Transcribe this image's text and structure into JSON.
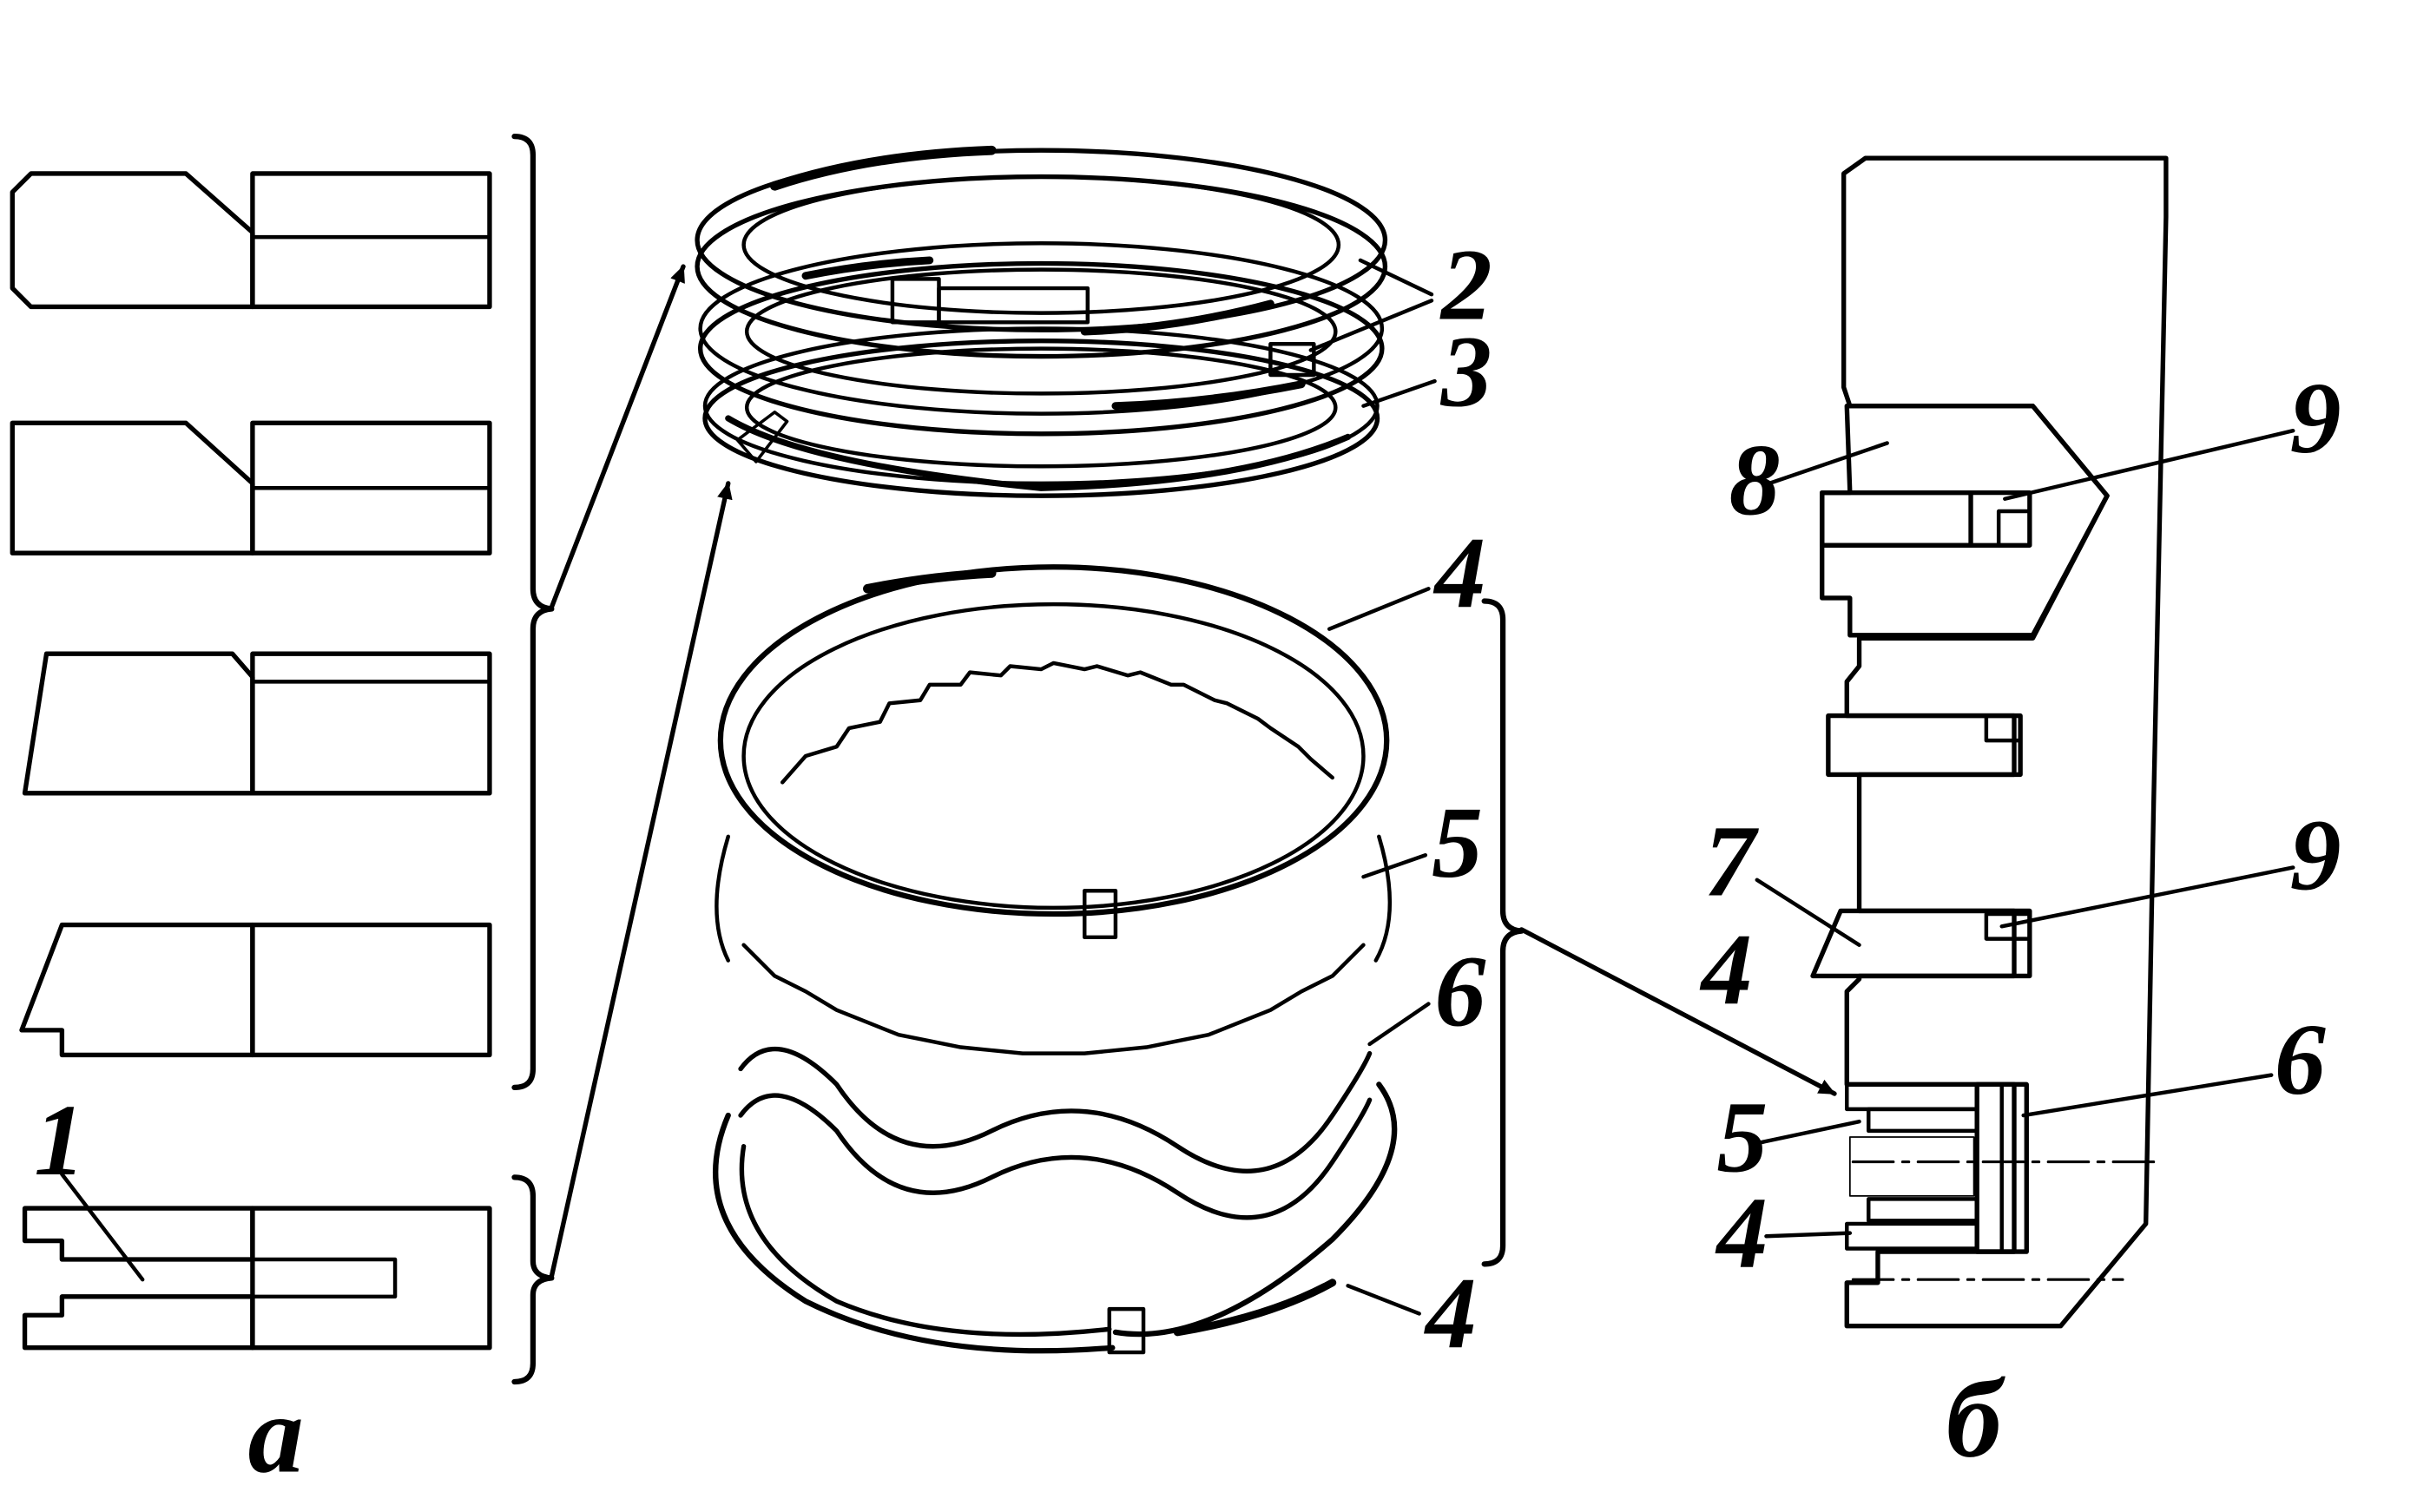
{
  "labels": {
    "n1": "1",
    "n2": "2",
    "n3": "3",
    "n4a": "4",
    "n4b": "4",
    "n4c": "4",
    "n4d": "4",
    "n5a": "5",
    "n5b": "5",
    "n6a": "6",
    "n6b": "6",
    "n7": "7",
    "n8": "8",
    "n9a": "9",
    "n9b": "9",
    "sub_a": "а",
    "sub_b": "б"
  },
  "colors": {
    "ink": "#000000",
    "paper": "#ffffff"
  }
}
